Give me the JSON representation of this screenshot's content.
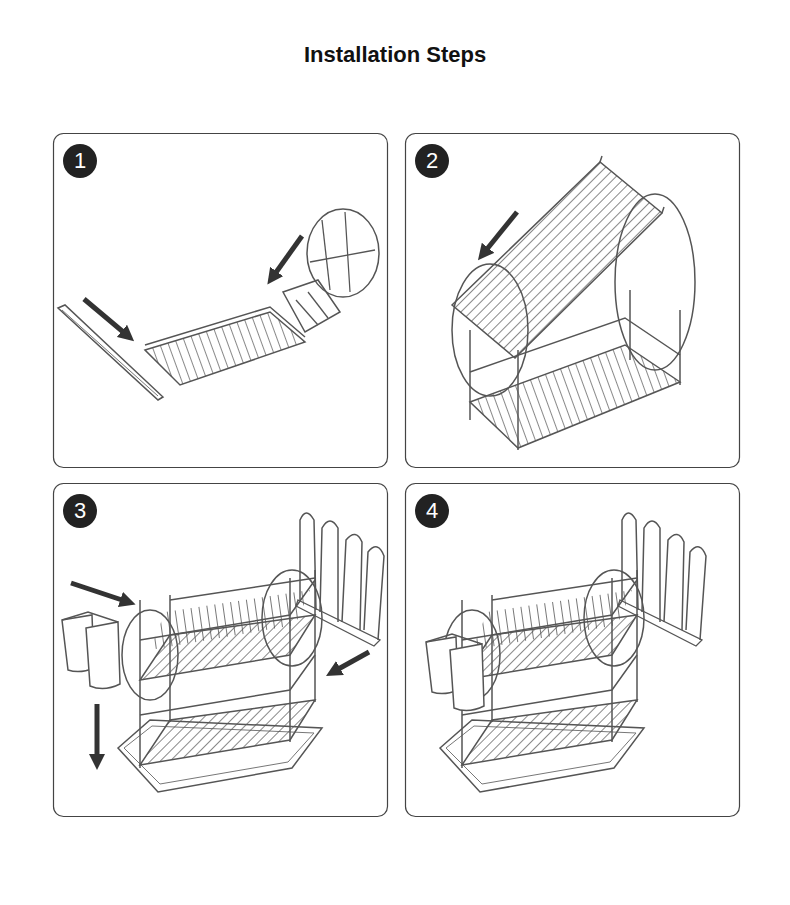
{
  "diagram": {
    "title": "Installation Steps",
    "nodes": [
      {
        "text": [
          "1"
        ]
      },
      {
        "text": [
          "2"
        ]
      },
      {
        "text": [
          "3"
        ]
      },
      {
        "text": [
          "4"
        ]
      }
    ]
  }
}
